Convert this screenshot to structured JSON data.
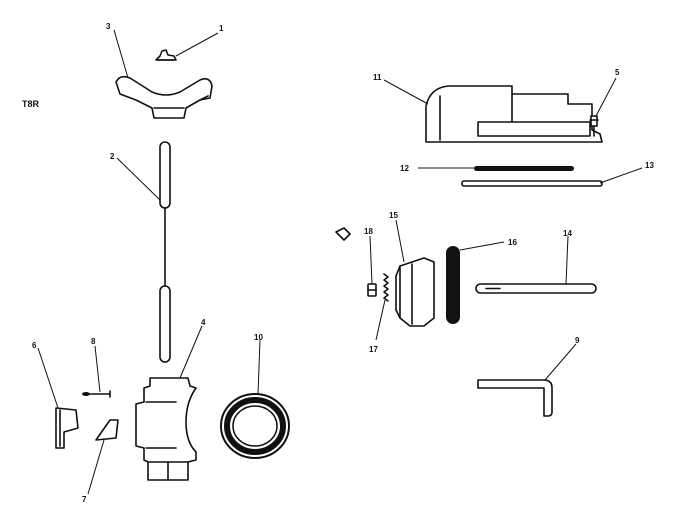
{
  "diagram": {
    "corner_tag": "T8R",
    "part_labels": {
      "p1": "1",
      "p2": "2",
      "p3": "3",
      "p4": "4",
      "p5": "5",
      "p6": "6",
      "p7": "7",
      "p8": "8",
      "p9": "9",
      "p10": "10",
      "p11": "11",
      "p12": "12",
      "p13": "13",
      "p14": "14",
      "p15": "15",
      "p16": "16",
      "p17": "17",
      "p18": "18"
    },
    "colors": {
      "ink": "#111111",
      "background": "#ffffff"
    }
  }
}
